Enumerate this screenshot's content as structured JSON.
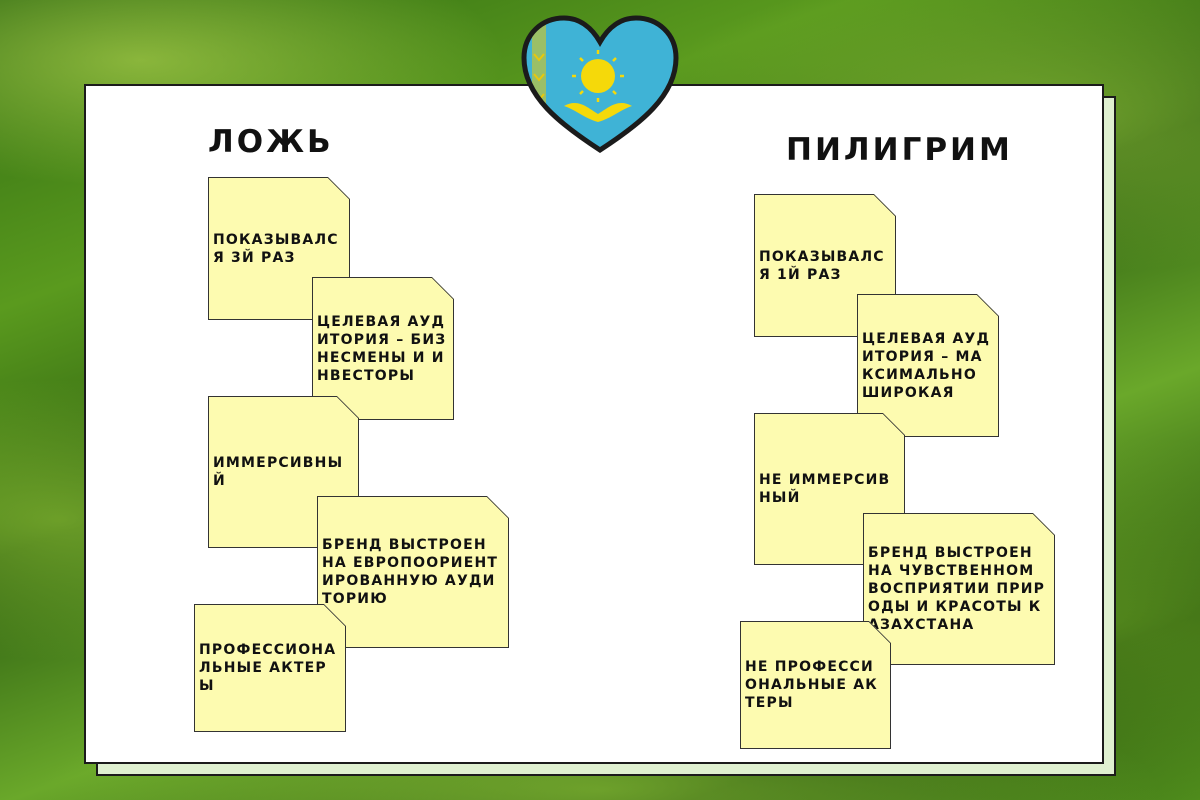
{
  "colors": {
    "board": "#ffffff",
    "board_shadow": "#dff0d0",
    "note": "#fdfbb0",
    "flag_blue": "#3fb3d6",
    "flag_gold": "#f5d90a"
  },
  "emblem": {
    "icon": "kazakhstan-flag-heart-icon"
  },
  "left": {
    "title": "ЛОЖЬ",
    "notes": [
      "ПОКАЗЫВАЛСЯ 3Й РАЗ",
      "ЦЕЛЕВАЯ АУДИТОРИЯ – БИЗНЕСМЕНЫ И ИНВЕСТОРЫ",
      "ИММЕРСИВНЫЙ",
      "БРЕНД ВЫСТРОЕН НА ЕВРОПООРИЕНТИРОВАННУЮ АУДИТОРИЮ",
      "ПРОФЕССИОНАЛЬНЫЕ АКТЕРЫ"
    ]
  },
  "right": {
    "title": "ПИЛИГРИМ",
    "notes": [
      "ПОКАЗЫВАЛСЯ 1Й РАЗ",
      "ЦЕЛЕВАЯ АУДИТОРИЯ – МАКСИМАЛЬНО ШИРОКАЯ",
      "НЕ ИММЕРСИВНЫЙ",
      "БРЕНД ВЫСТРОЕН НА ЧУВСТВЕННОМ ВОСПРИЯТИИ ПРИРОДЫ И КРАСОТЫ КАЗАХСТАНА",
      "НЕ ПРОФЕССИОНАЛЬНЫЕ АКТЕРЫ"
    ]
  }
}
